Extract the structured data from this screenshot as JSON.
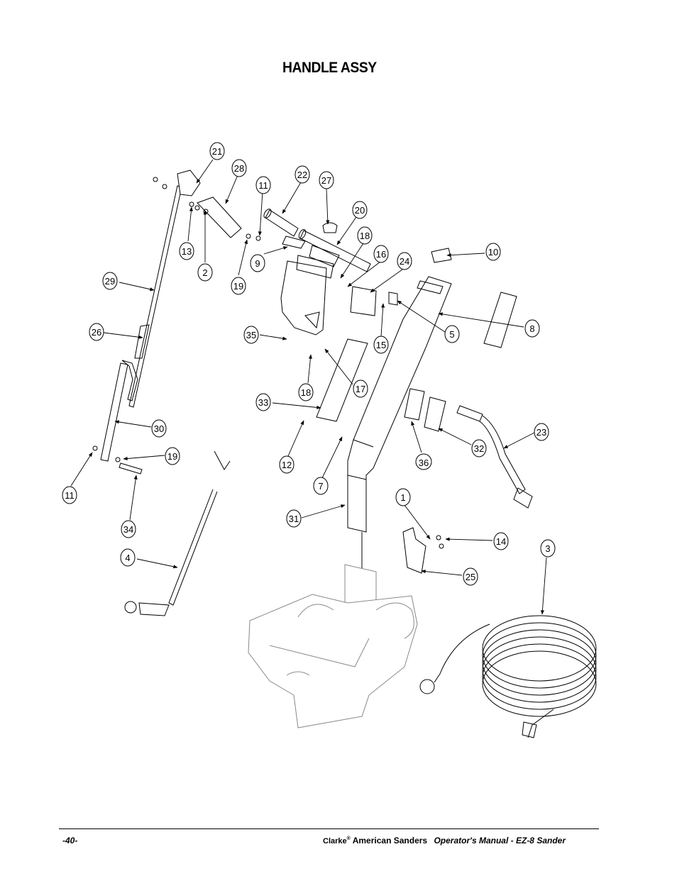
{
  "title": "HANDLE ASSY",
  "callouts": [
    {
      "id": "c21",
      "label": "21"
    },
    {
      "id": "c28",
      "label": "28"
    },
    {
      "id": "c11a",
      "label": "11"
    },
    {
      "id": "c22",
      "label": "22"
    },
    {
      "id": "c27",
      "label": "27"
    },
    {
      "id": "c20",
      "label": "20"
    },
    {
      "id": "c18a",
      "label": "18"
    },
    {
      "id": "c16",
      "label": "16"
    },
    {
      "id": "c24",
      "label": "24"
    },
    {
      "id": "c10",
      "label": "10"
    },
    {
      "id": "c13",
      "label": "13"
    },
    {
      "id": "c2",
      "label": "2"
    },
    {
      "id": "c9",
      "label": "9"
    },
    {
      "id": "c19a",
      "label": "19"
    },
    {
      "id": "c29",
      "label": "29"
    },
    {
      "id": "c26",
      "label": "26"
    },
    {
      "id": "c35",
      "label": "35"
    },
    {
      "id": "c15",
      "label": "15"
    },
    {
      "id": "c5",
      "label": "5"
    },
    {
      "id": "c8",
      "label": "8"
    },
    {
      "id": "c18b",
      "label": "18"
    },
    {
      "id": "c17",
      "label": "17"
    },
    {
      "id": "c33",
      "label": "33"
    },
    {
      "id": "c30",
      "label": "30"
    },
    {
      "id": "c19b",
      "label": "19"
    },
    {
      "id": "c12",
      "label": "12"
    },
    {
      "id": "c7",
      "label": "7"
    },
    {
      "id": "c23",
      "label": "23"
    },
    {
      "id": "c32",
      "label": "32"
    },
    {
      "id": "c36",
      "label": "36"
    },
    {
      "id": "c11b",
      "label": "11"
    },
    {
      "id": "c34",
      "label": "34"
    },
    {
      "id": "c1",
      "label": "1"
    },
    {
      "id": "c14",
      "label": "14"
    },
    {
      "id": "c31",
      "label": "31"
    },
    {
      "id": "c4",
      "label": "4"
    },
    {
      "id": "c3",
      "label": "3"
    },
    {
      "id": "c25",
      "label": "25"
    }
  ],
  "footer": {
    "page_number": "-40-",
    "brand": "Clarke",
    "registered": "®",
    "company": "American Sanders",
    "manual": "Operator's Manual - EZ-8 Sander"
  }
}
